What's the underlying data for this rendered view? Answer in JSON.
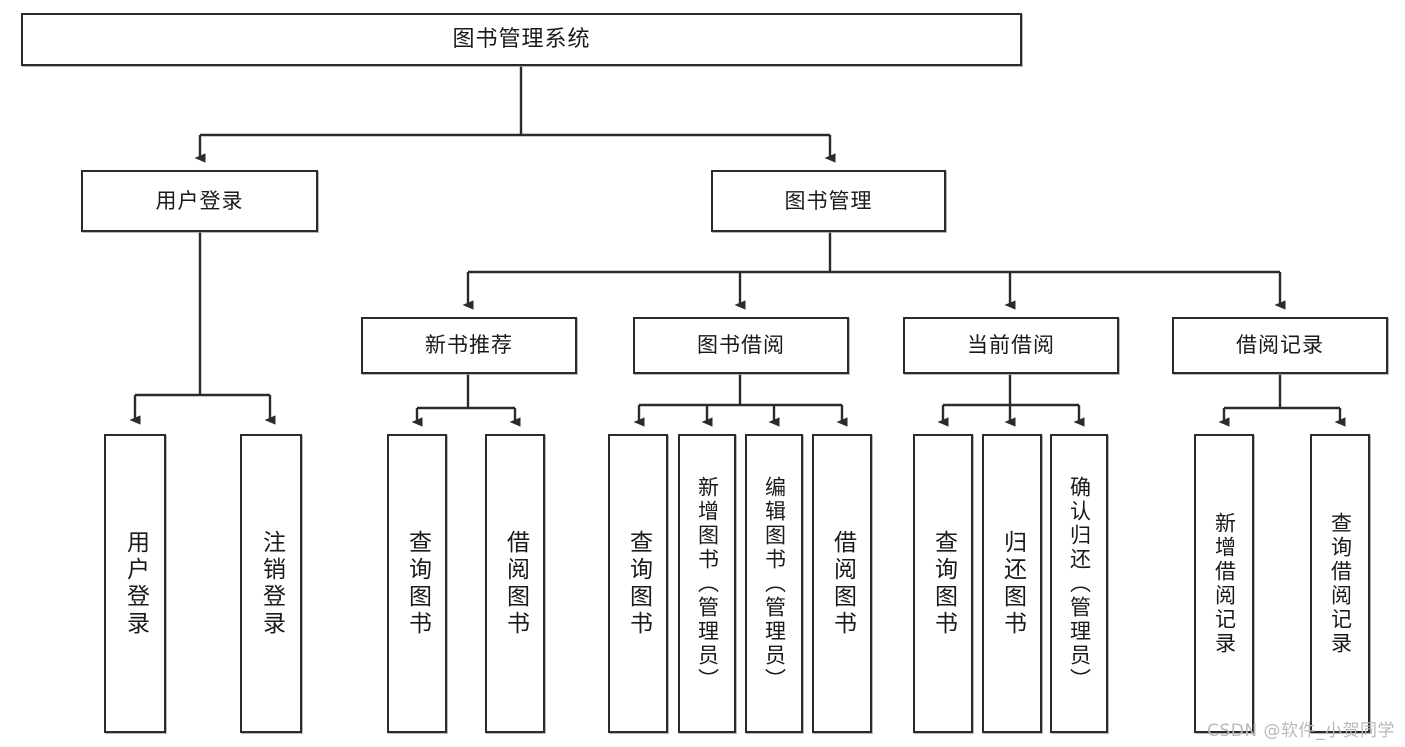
{
  "diagram": {
    "type": "tree",
    "title": "图书管理系统",
    "watermark": "CSDN @软件_小贺同学",
    "colors": {
      "box_stroke": "#2b2b2b",
      "box_fill": "#ffffff",
      "connector": "#2b2b2b",
      "watermark": "#b9b9b9",
      "background": "#ffffff"
    },
    "levels": {
      "root": "图书管理系统",
      "level2": [
        "用户登录",
        "图书管理"
      ],
      "level3": [
        "新书推荐",
        "图书借阅",
        "当前借阅",
        "借阅记录"
      ]
    },
    "nodes": {
      "root": {
        "label": "图书管理系统"
      },
      "user_login": {
        "label": "用户登录"
      },
      "book_manage": {
        "label": "图书管理"
      },
      "new_book_rec": {
        "label": "新书推荐"
      },
      "book_borrow": {
        "label": "图书借阅"
      },
      "current_borrow": {
        "label": "当前借阅"
      },
      "borrow_record": {
        "label": "借阅记录"
      },
      "leaf_user_login": {
        "label": "用户登录"
      },
      "leaf_user_logout": {
        "label": "注销登录"
      },
      "leaf_query_book_1": {
        "label": "查询图书"
      },
      "leaf_borrow_book_1": {
        "label": "借阅图书"
      },
      "leaf_query_book_2": {
        "label": "查询图书"
      },
      "leaf_add_book": {
        "label": "新增图书（管理员）"
      },
      "leaf_edit_book": {
        "label": "编辑图书（管理员）"
      },
      "leaf_borrow_book_2": {
        "label": "借阅图书"
      },
      "leaf_query_book_3": {
        "label": "查询图书"
      },
      "leaf_return_book": {
        "label": "归还图书"
      },
      "leaf_confirm_return": {
        "label": "确认归还（管理员）"
      },
      "leaf_add_record": {
        "label": "新增借阅记录"
      },
      "leaf_query_record": {
        "label": "查询借阅记录"
      }
    },
    "edges": [
      {
        "from": "root",
        "to": "user_login"
      },
      {
        "from": "root",
        "to": "book_manage"
      },
      {
        "from": "user_login",
        "to": "leaf_user_login"
      },
      {
        "from": "user_login",
        "to": "leaf_user_logout"
      },
      {
        "from": "book_manage",
        "to": "new_book_rec"
      },
      {
        "from": "book_manage",
        "to": "book_borrow"
      },
      {
        "from": "book_manage",
        "to": "current_borrow"
      },
      {
        "from": "book_manage",
        "to": "borrow_record"
      },
      {
        "from": "new_book_rec",
        "to": "leaf_query_book_1"
      },
      {
        "from": "new_book_rec",
        "to": "leaf_borrow_book_1"
      },
      {
        "from": "book_borrow",
        "to": "leaf_query_book_2"
      },
      {
        "from": "book_borrow",
        "to": "leaf_add_book"
      },
      {
        "from": "book_borrow",
        "to": "leaf_edit_book"
      },
      {
        "from": "book_borrow",
        "to": "leaf_borrow_book_2"
      },
      {
        "from": "current_borrow",
        "to": "leaf_query_book_3"
      },
      {
        "from": "current_borrow",
        "to": "leaf_return_book"
      },
      {
        "from": "current_borrow",
        "to": "leaf_confirm_return"
      },
      {
        "from": "borrow_record",
        "to": "leaf_add_record"
      },
      {
        "from": "borrow_record",
        "to": "leaf_query_record"
      }
    ]
  }
}
